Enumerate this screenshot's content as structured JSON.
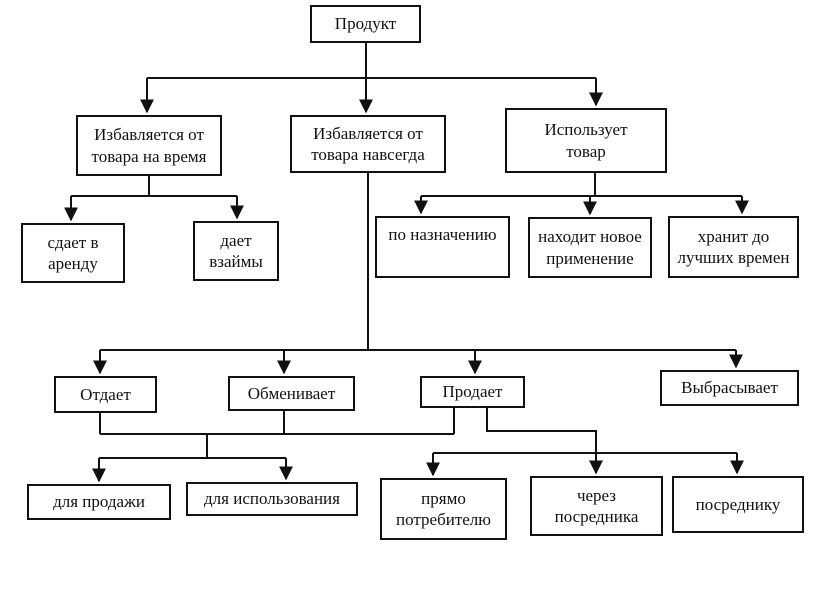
{
  "nodes": {
    "product": "Продукт",
    "temp_rid": "Избавляется от\nтовара на время",
    "perm_rid": "Избавляется от\nтовара навсегда",
    "uses": "Использует\nтовар",
    "rent": "сдает в\nаренду",
    "loan": "дает\nвзаймы",
    "purpose": "по назначению",
    "new_use": "находит новое\nприменение",
    "keep": "хранит до\nлучших времен",
    "gives": "Отдает",
    "exchanges": "Обменивает",
    "sells": "Продает",
    "throws": "Выбрасывает",
    "for_sale": "для продажи",
    "for_use": "для использования",
    "direct": "прямо\nпотребителю",
    "via_agent": "через\nпосредника",
    "to_agent": "посреднику"
  }
}
